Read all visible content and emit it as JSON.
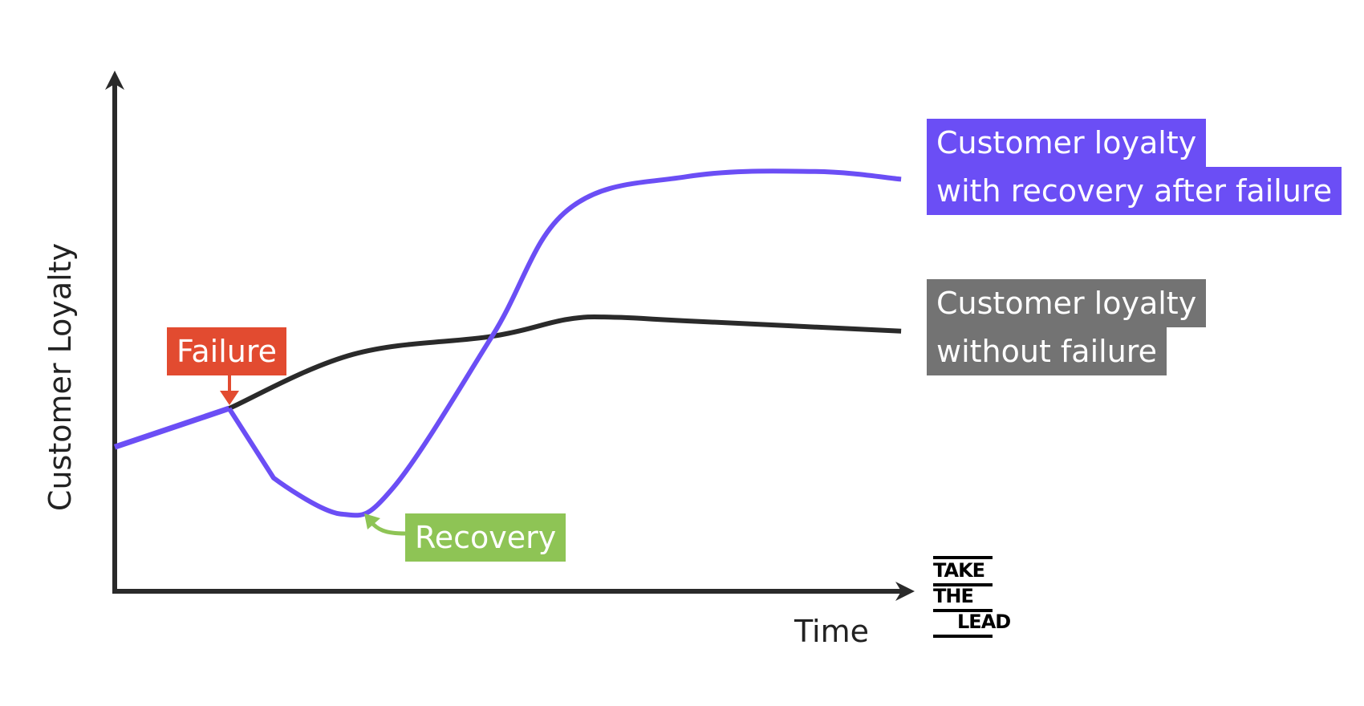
{
  "chart_data": {
    "type": "line",
    "title": "",
    "xlabel": "Time",
    "ylabel": "Customer Loyalty",
    "xlim": [
      0,
      100
    ],
    "ylim": [
      0,
      100
    ],
    "grid": false,
    "axis_ticks": false,
    "series": [
      {
        "name": "Customer loyalty without failure",
        "color": "#2a2a2a",
        "points": [
          [
            0,
            28
          ],
          [
            14.4,
            35.5
          ],
          [
            30,
            46
          ],
          [
            47.5,
            49.5
          ],
          [
            57,
            52.8
          ],
          [
            63,
            53.2
          ],
          [
            72,
            52.5
          ],
          [
            99,
            50.5
          ]
        ]
      },
      {
        "name": "Customer loyalty with recovery after failure",
        "color": "#6b4ef5",
        "points": [
          [
            0,
            28
          ],
          [
            14.4,
            35.5
          ],
          [
            20,
            22
          ],
          [
            28.5,
            15
          ],
          [
            35,
            20
          ],
          [
            47.5,
            49.5
          ],
          [
            57,
            74
          ],
          [
            72,
            80.5
          ],
          [
            88,
            81.5
          ],
          [
            99,
            80
          ]
        ]
      }
    ],
    "annotations": [
      {
        "text": "Failure",
        "color": "#e24b30",
        "at": [
          14.4,
          35.5
        ],
        "arrow": "down"
      },
      {
        "text": "Recovery",
        "color": "#8ec455",
        "at": [
          29,
          15
        ],
        "arrow": "curved-up-left"
      }
    ],
    "legend": [
      {
        "lines": [
          "Customer loyalty",
          "with recovery after failure"
        ],
        "color": "#6b4ef5",
        "placement": "right-top"
      },
      {
        "lines": [
          "Customer loyalty",
          "without failure"
        ],
        "color": "#737373",
        "placement": "right-middle"
      }
    ]
  },
  "labels": {
    "y_axis": "Customer Loyalty",
    "x_axis": "Time",
    "failure": "Failure",
    "recovery": "Recovery",
    "legend_recovery_line1": "Customer loyalty",
    "legend_recovery_line2": "with recovery after failure",
    "legend_nofail_line1": "Customer loyalty",
    "legend_nofail_line2": "without failure"
  },
  "logo": {
    "words": [
      "TAKE",
      "THE",
      "LEAD"
    ]
  },
  "colors": {
    "purple": "#6b4ef5",
    "black_line": "#2a2a2a",
    "gray_label": "#737373",
    "failure": "#e24b30",
    "recovery": "#8ec455",
    "axis": "#2a2a2a"
  }
}
